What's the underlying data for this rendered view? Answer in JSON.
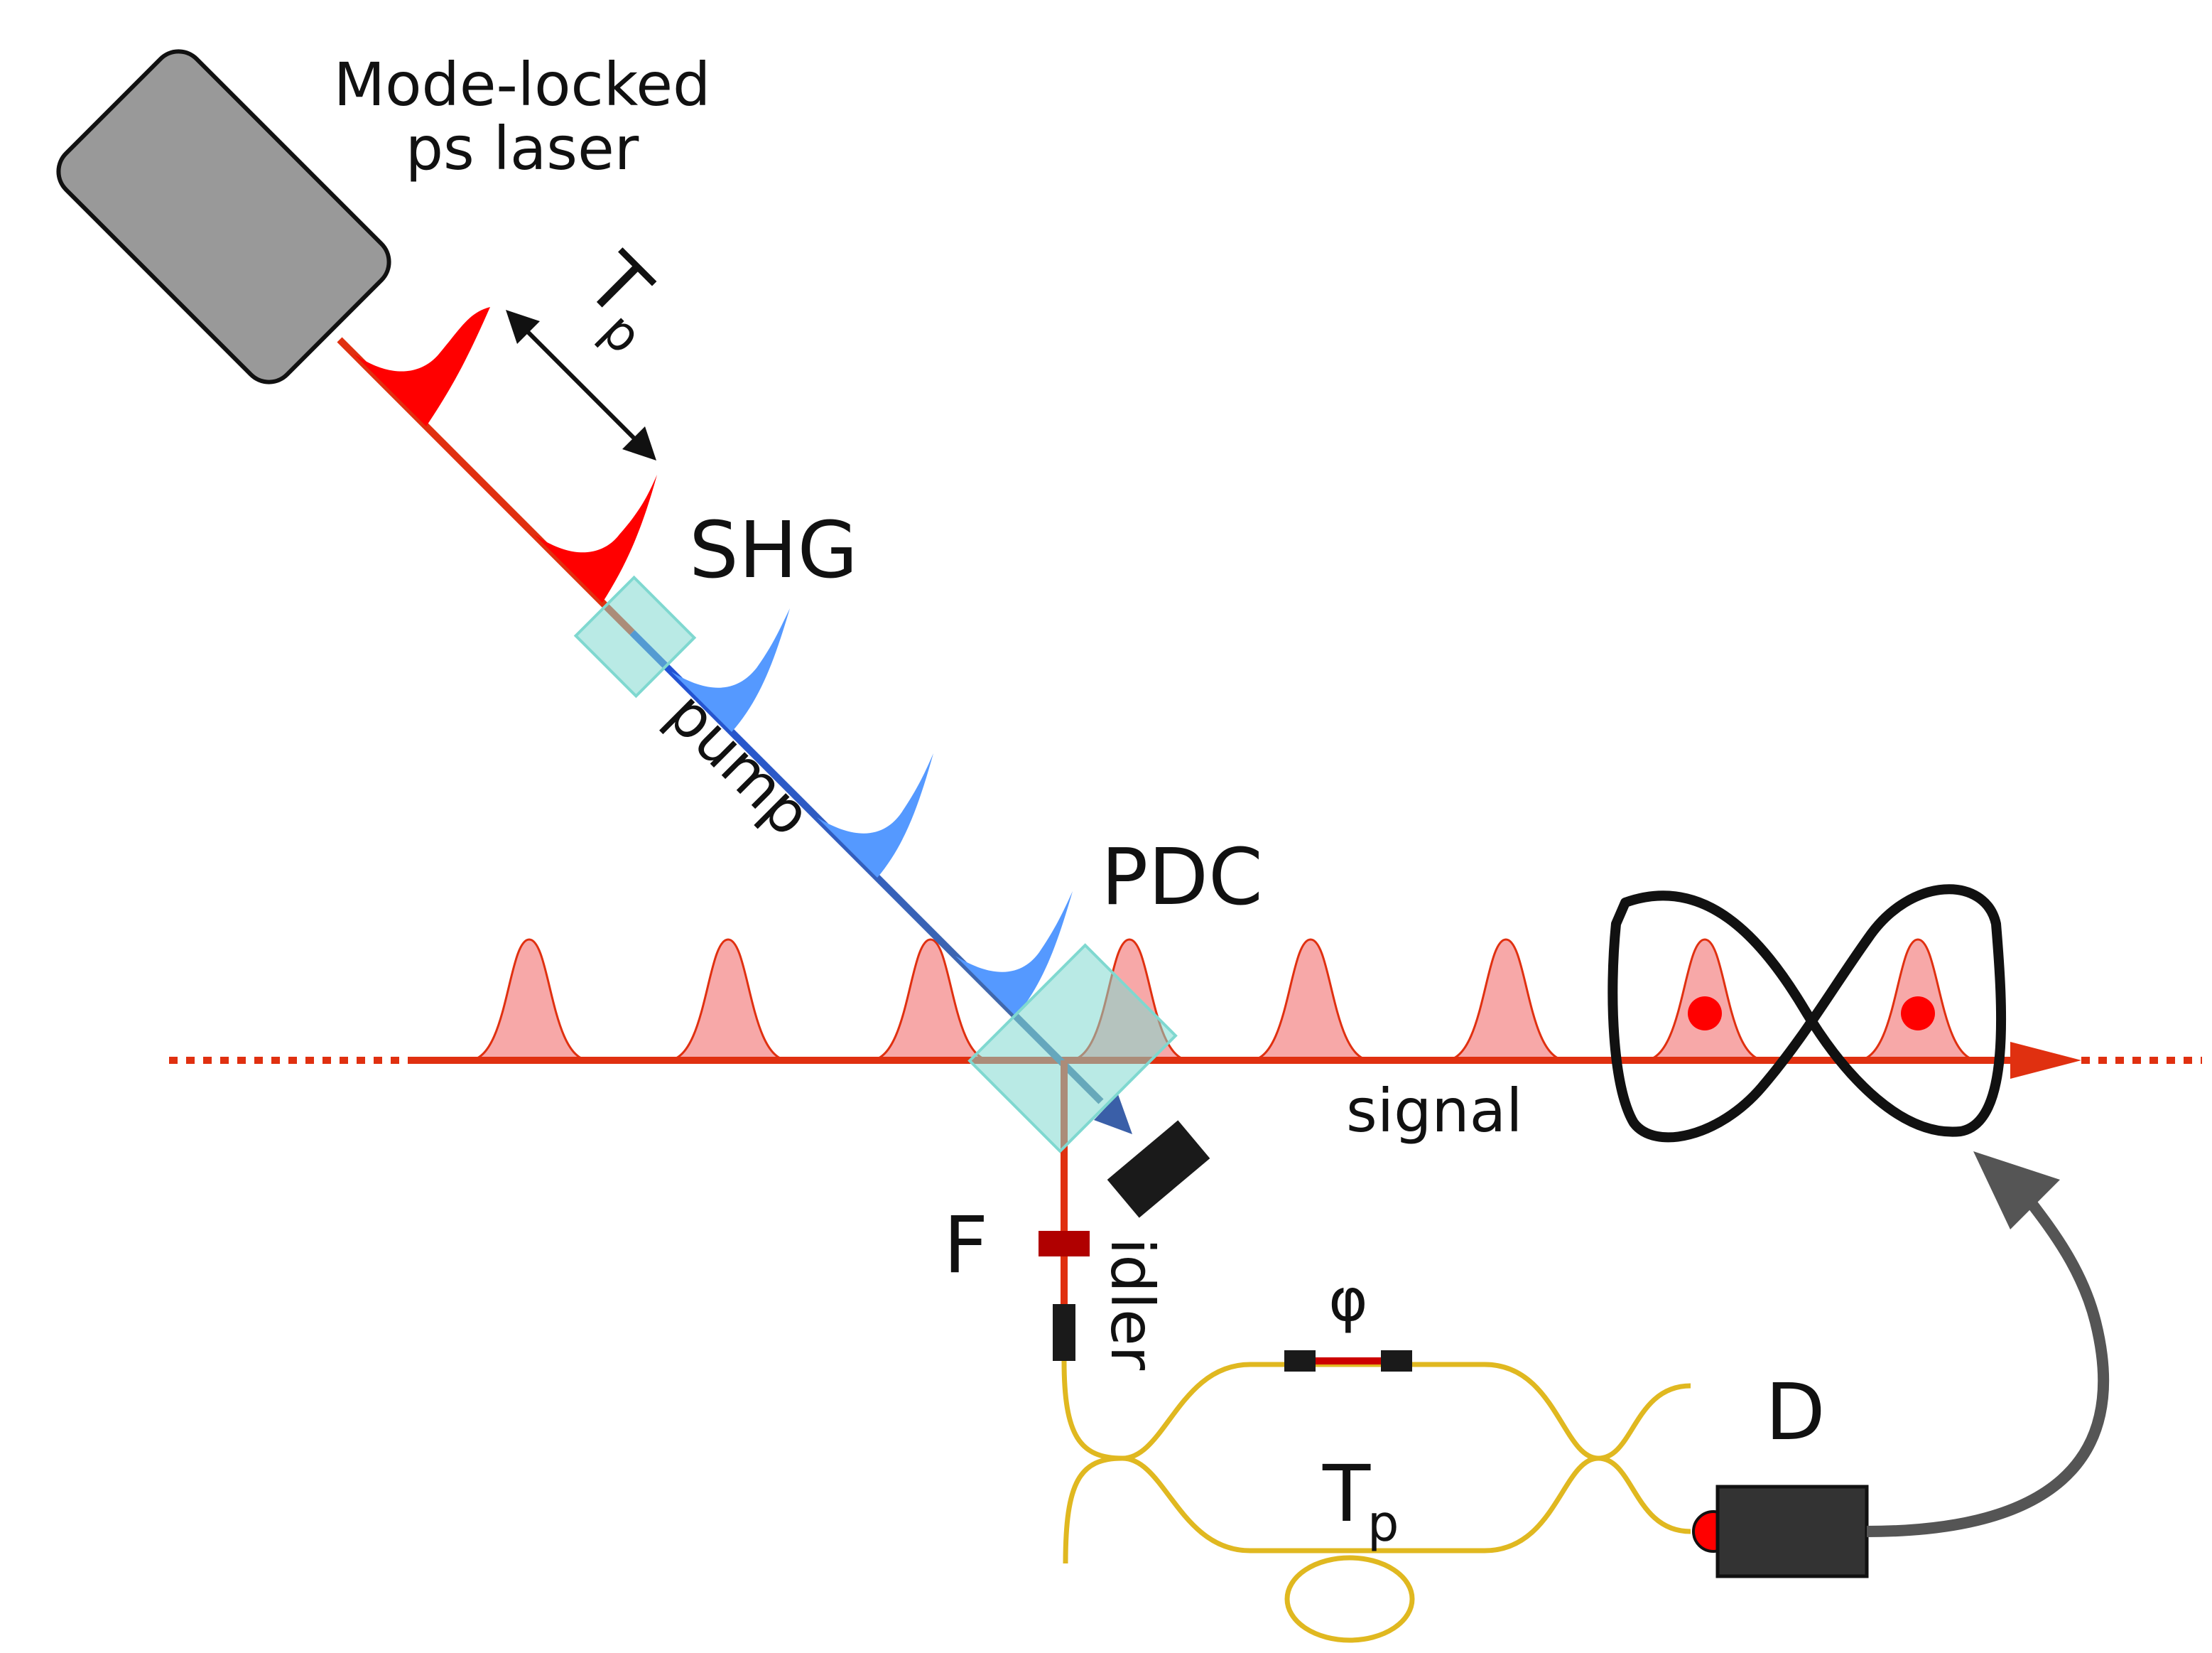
{
  "labels": {
    "laser_line1": "Mode-locked",
    "laser_line2": "ps laser",
    "tp_top_main": "T",
    "tp_top_sub": "p",
    "shg": "SHG",
    "pump": "pump",
    "pdc": "PDC",
    "signal": "signal",
    "idler": "idler",
    "filter": "F",
    "phase": "φ",
    "tp_bottom_main": "T",
    "tp_bottom_sub": "p",
    "detector": "D"
  },
  "colors": {
    "red_beam": "#e03010",
    "red_pulse": "#ff0000",
    "blue_pulse": "#5599ff",
    "blue_beam": "#2a5fd0",
    "crystal": "#7fd8d0",
    "signal_pulse": "#f7a8a8",
    "fiber": "#e0b820",
    "laser_body": "#999999",
    "dark": "#1a1a1a",
    "feedback_arrow": "#555555",
    "filter": "#b00000"
  },
  "icons": {
    "laser": "mode-locked-laser-icon",
    "crystal_shg": "shg-crystal-icon",
    "crystal_pdc": "pdc-crystal-icon",
    "beam_dump": "beam-dump-icon",
    "filter": "filter-icon",
    "coupler": "fiber-coupler-icon",
    "interferometer": "fiber-interferometer-icon",
    "detector": "detector-icon",
    "cavity": "figure-eight-cavity-icon",
    "feedback": "feedback-arrow-icon"
  }
}
